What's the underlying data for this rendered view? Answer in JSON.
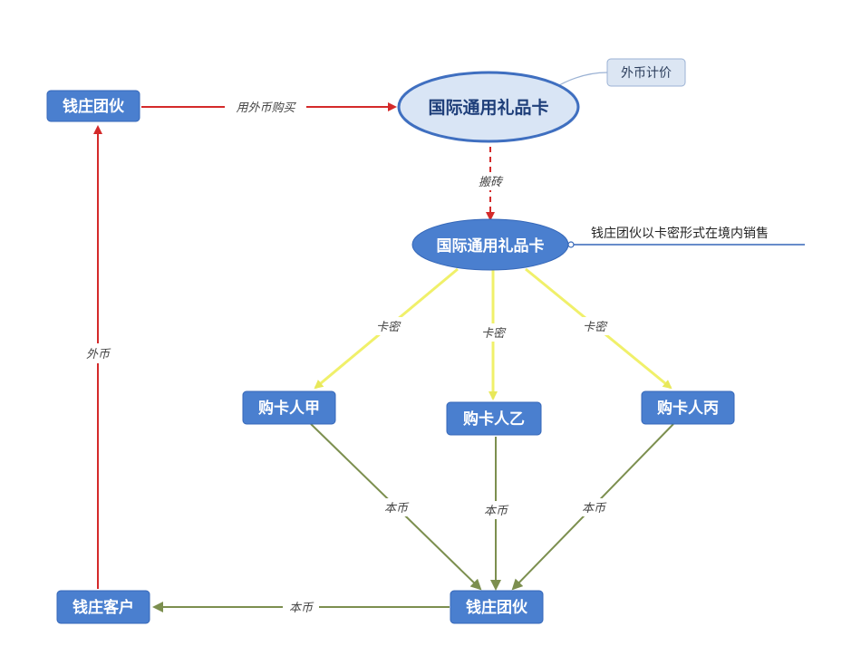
{
  "nodes": {
    "team_top": "钱庄团伙",
    "card_top": "国际通用礼品卡",
    "fx_pricing": "外币计价",
    "card_mid": "国际通用礼品卡",
    "domestic_note": "钱庄团伙以卡密形式在境内销售",
    "buyer_a": "购卡人甲",
    "buyer_b": "购卡人乙",
    "buyer_c": "购卡人丙",
    "team_bottom": "钱庄团伙",
    "client": "钱庄客户"
  },
  "edges": {
    "buy_with_fx": "用外币购买",
    "move_card": "搬砖",
    "card_code_a": "卡密",
    "card_code_b": "卡密",
    "card_code_c": "卡密",
    "local_a": "本币",
    "local_b": "本币",
    "local_c": "本币",
    "local_to_client": "本币",
    "fx_to_team": "外币"
  },
  "colors": {
    "node_fill": "#4a7fcf",
    "node_border": "#3567b8",
    "node_text": "#ffffff",
    "ellipse_light_fill": "#d9e5f5",
    "ellipse_light_border": "#3f6fc0",
    "ellipse_light_text": "#1f3f7a",
    "red_edge": "#d42a2a",
    "yellow_edge": "#f0f06a",
    "olive_edge": "#7c8f4f",
    "note_line": "#3567b8",
    "callout_fill": "#dce6f3",
    "callout_border": "#9bb2d4"
  }
}
